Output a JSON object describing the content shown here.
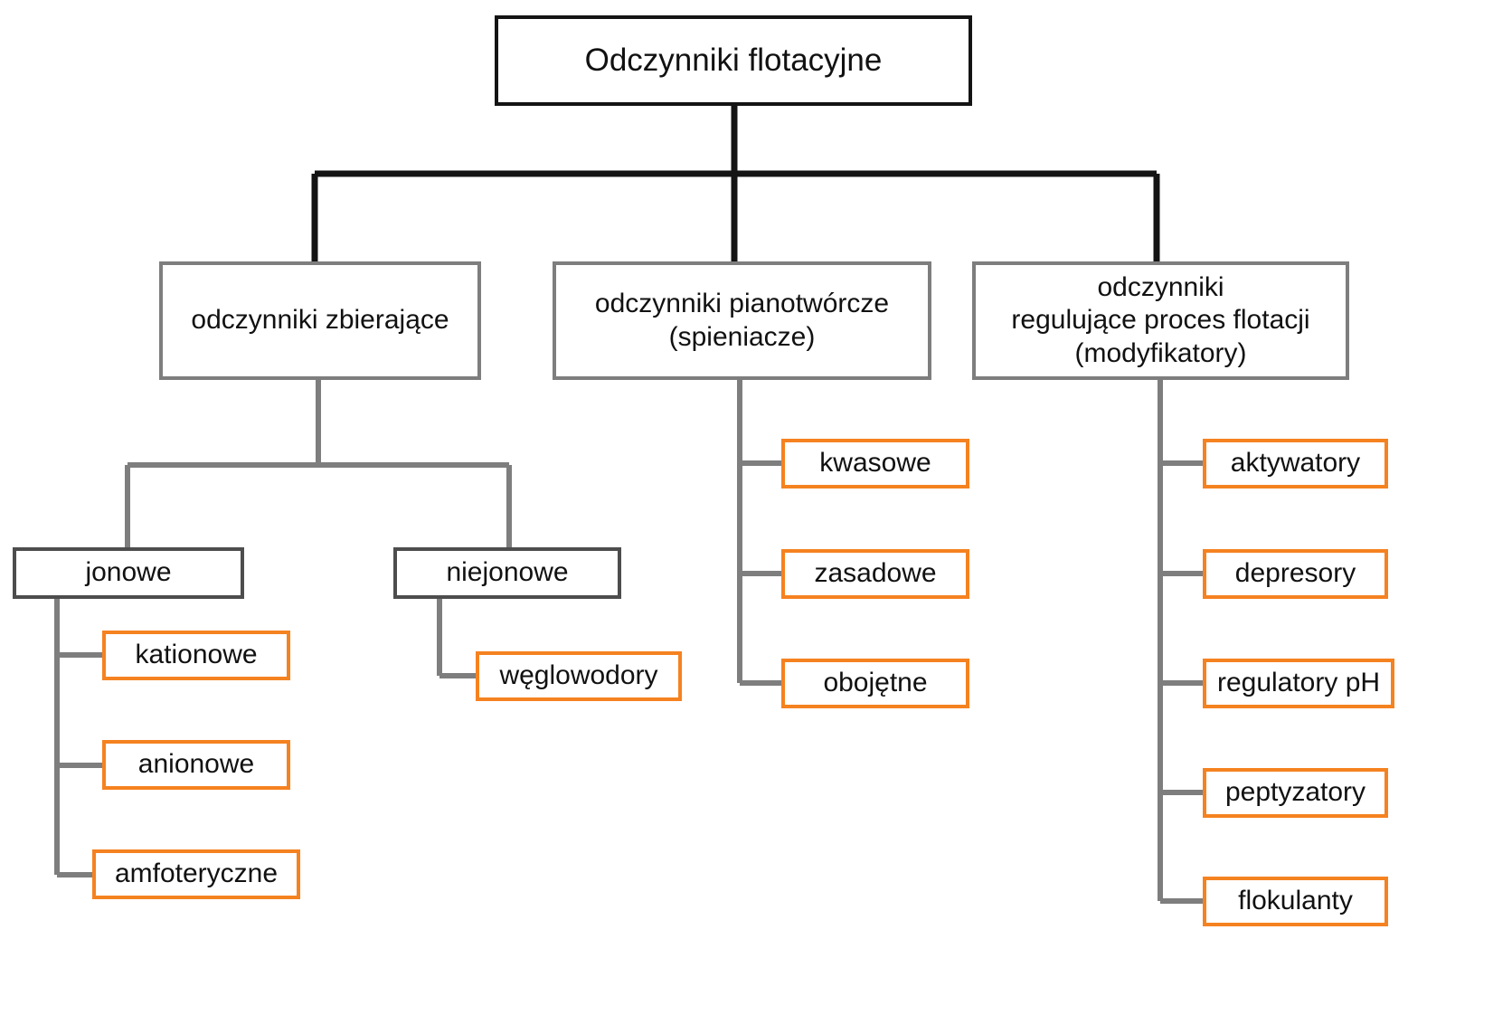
{
  "diagram": {
    "title": "Odczynniki flotacyjne",
    "language": "pl",
    "type": "tree-hierarchy",
    "colors": {
      "root_border": "#141414",
      "level2_border": "#7e7e7e",
      "level3_border": "#4d4d4d",
      "leaf_border": "#f58220",
      "connector_black": "#141414",
      "connector_gray": "#7e7e7e",
      "background": "#ffffff",
      "text": "#111111"
    },
    "root": {
      "label": "Odczynniki flotacyjne"
    },
    "branches": [
      {
        "label": "odczynniki zbierające",
        "children": [
          {
            "label": "jonowe",
            "children": [
              {
                "label": "kationowe"
              },
              {
                "label": "anionowe"
              },
              {
                "label": "amfoteryczne"
              }
            ]
          },
          {
            "label": "niejonowe",
            "children": [
              {
                "label": "węglowodory"
              }
            ]
          }
        ]
      },
      {
        "label": "odczynniki pianotwórcze\n(spieniacze)",
        "children": [
          {
            "label": "kwasowe"
          },
          {
            "label": "zasadowe"
          },
          {
            "label": "obojętne"
          }
        ]
      },
      {
        "label": "odczynniki\nregulujące proces flotacji\n(modyfikatory)",
        "children": [
          {
            "label": "aktywatory"
          },
          {
            "label": "depresory"
          },
          {
            "label": "regulatory pH"
          },
          {
            "label": "peptyzatory"
          },
          {
            "label": "flokulanty"
          }
        ]
      }
    ]
  }
}
